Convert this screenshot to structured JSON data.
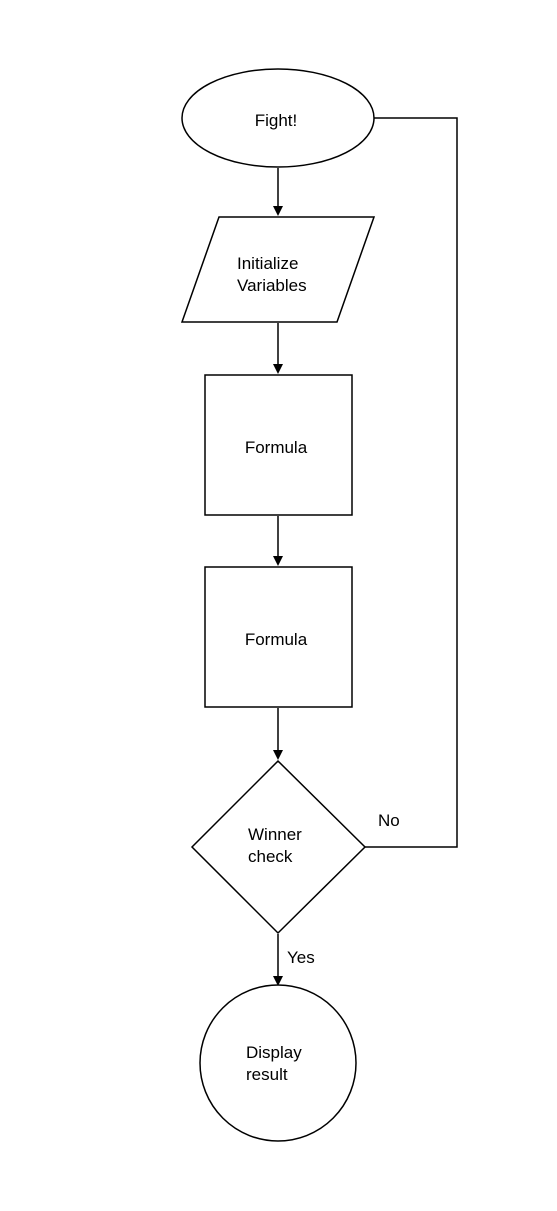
{
  "diagram": {
    "nodes": {
      "start": {
        "line1": "Fight!"
      },
      "init": {
        "line1": "Initialize",
        "line2": "Variables"
      },
      "formula1": {
        "line1": "Formula"
      },
      "formula2": {
        "line1": "Formula"
      },
      "decision": {
        "line1": "Winner",
        "line2": "check"
      },
      "end": {
        "line1": "Display",
        "line2": "result"
      }
    },
    "edges": {
      "no_label": "No",
      "yes_label": "Yes"
    },
    "colors": {
      "stroke": "#000000",
      "fill": "#ffffff"
    }
  }
}
